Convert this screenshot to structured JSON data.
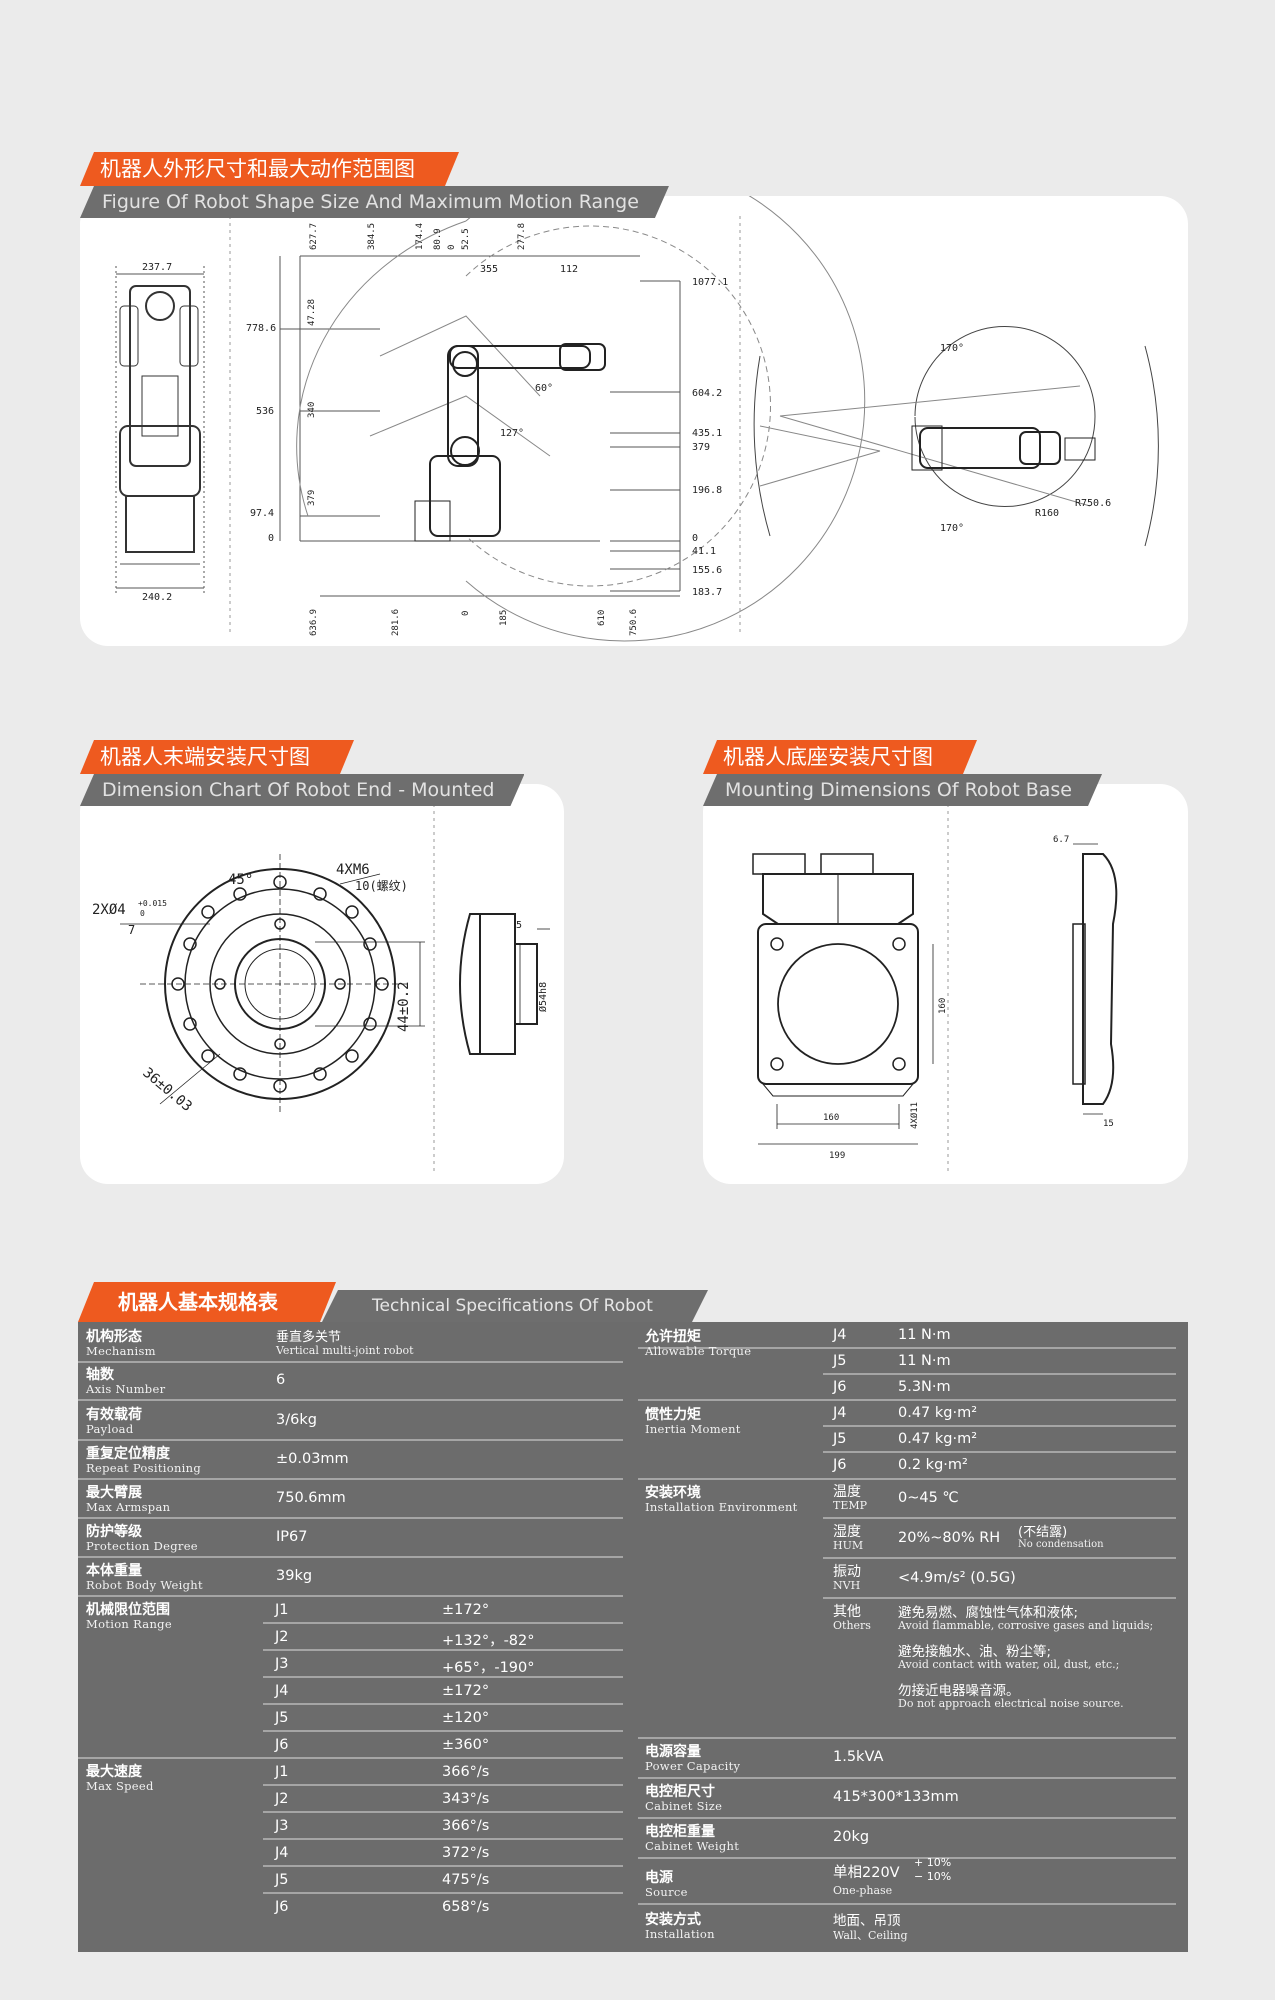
{
  "sections": {
    "shape": {
      "zh": "机器人外形尺寸和最大动作范围图",
      "en": "Figure Of Robot Shape Size And Maximum Motion Range"
    },
    "end": {
      "zh": "机器人末端安装尺寸图",
      "en": "Dimension Chart Of Robot End - Mounted"
    },
    "base": {
      "zh": "机器人底座安装尺寸图",
      "en": "Mounting Dimensions Of Robot Base"
    }
  },
  "drawing_shape": {
    "top_w": "237.7",
    "bottom_w": "240.2",
    "left_marks": [
      "778.6",
      "536",
      "97.4",
      "0"
    ],
    "left_small": [
      "47.28",
      "340",
      "379"
    ],
    "top_marks": [
      "627.7",
      "384.5",
      "174.4",
      "80.9",
      "0",
      "52.5",
      "277.8"
    ],
    "top_len": [
      "355",
      "112"
    ],
    "right_marks": [
      "1077.1",
      "604.2",
      "435.1",
      "379",
      "196.8",
      "0",
      "41.1",
      "155.6",
      "183.7"
    ],
    "bottom_marks": [
      "636.9",
      "281.6",
      "0",
      "185",
      "610",
      "750.6"
    ],
    "angles": [
      "60°",
      "127°"
    ],
    "top_view": {
      "a1": "170°",
      "a2": "170°",
      "r1": "R160",
      "r2": "R750.6"
    }
  },
  "drawing_end": {
    "a45": "45°",
    "thread": "4XM6",
    "depth": "10(螺纹)",
    "pin": "2XØ4",
    "tol": "+0.015",
    "tol0": "0",
    "pin_depth": "7",
    "d1": "44±0.2",
    "d2": "36±0.03",
    "side_5": "5",
    "side_d": "Ø54h8"
  },
  "drawing_base": {
    "d160a": "160",
    "d160b": "160",
    "d199": "199",
    "d4": "4XØ11",
    "d67": "6.7",
    "d15": "15"
  },
  "spec": {
    "title_zh": "机器人基本规格表",
    "title_en": "Technical Specifications Of Robot",
    "mech": {
      "zh": "机构形态",
      "en": "Mechanism",
      "v": "垂直多关节",
      "v_en": "Vertical multi-joint robot"
    },
    "axis": {
      "zh": "轴数",
      "en": "Axis Number",
      "v": "6"
    },
    "payload": {
      "zh": "有效载荷",
      "en": "Payload",
      "v": "3/6kg"
    },
    "repeat": {
      "zh": "重复定位精度",
      "en": "Repeat Positioning",
      "v": "±0.03mm"
    },
    "arm": {
      "zh": "最大臂展",
      "en": "Max Armspan",
      "v": "750.6mm"
    },
    "ip": {
      "zh": "防护等级",
      "en": "Protection Degree",
      "v": "IP67"
    },
    "weight": {
      "zh": "本体重量",
      "en": "Robot Body Weight",
      "v": "39kg"
    },
    "motion": {
      "zh": "机械限位范围",
      "en": "Motion Range",
      "rows": [
        {
          "j": "J1",
          "v": "±172°"
        },
        {
          "j": "J2",
          "v": "+132°，-82°"
        },
        {
          "j": "J3",
          "v": "+65°，-190°"
        },
        {
          "j": "J4",
          "v": "±172°"
        },
        {
          "j": "J5",
          "v": "±120°"
        },
        {
          "j": "J6",
          "v": "±360°"
        }
      ]
    },
    "speed": {
      "zh": "最大速度",
      "en": "Max Speed",
      "rows": [
        {
          "j": "J1",
          "v": "366°/s"
        },
        {
          "j": "J2",
          "v": "343°/s"
        },
        {
          "j": "J3",
          "v": "366°/s"
        },
        {
          "j": "J4",
          "v": "372°/s"
        },
        {
          "j": "J5",
          "v": "475°/s"
        },
        {
          "j": "J6",
          "v": "658°/s"
        }
      ]
    },
    "torque": {
      "zh": "允许扭矩",
      "en": "Allowable Torque",
      "rows": [
        {
          "j": "J4",
          "v": "11 N·m"
        },
        {
          "j": "J5",
          "v": "11 N·m"
        },
        {
          "j": "J6",
          "v": "5.3N·m"
        }
      ]
    },
    "inertia": {
      "zh": "惯性力矩",
      "en": "Inertia Moment",
      "rows": [
        {
          "j": "J4",
          "v": "0.47 kg·m²"
        },
        {
          "j": "J5",
          "v": "0.47 kg·m²"
        },
        {
          "j": "J6",
          "v": "0.2 kg·m²"
        }
      ]
    },
    "env": {
      "zh": "安装环境",
      "en": "Installation Environment",
      "temp": {
        "zh": "温度",
        "en": "TEMP",
        "v": "0~45 ℃"
      },
      "hum": {
        "zh": "湿度",
        "en": "HUM",
        "v": "20%~80% RH",
        "note": "(不结露)",
        "note_en": "No condensation"
      },
      "nvh": {
        "zh": "振动",
        "en": "NVH",
        "v": "<4.9m/s² (0.5G)"
      },
      "other": {
        "zh": "其他",
        "en": "Others",
        "l1": "避免易燃、腐蚀性气体和液体;",
        "l1e": "Avoid flammable, corrosive gases and liquids;",
        "l2": "避免接触水、油、粉尘等;",
        "l2e": "Avoid contact with water, oil, dust, etc.;",
        "l3": "勿接近电器噪音源。",
        "l3e": "Do not approach electrical noise source."
      }
    },
    "power": {
      "zh": "电源容量",
      "en": "Power Capacity",
      "v": "1.5kVA"
    },
    "cab_size": {
      "zh": "电控柜尺寸",
      "en": "Cabinet Size",
      "v": "415*300*133mm"
    },
    "cab_weight": {
      "zh": "电控柜重量",
      "en": "Cabinet Weight",
      "v": "20kg"
    },
    "supply": {
      "zh": "电源",
      "en": "Source",
      "v": "单相220V",
      "tp": "+ 10%",
      "tm": "− 10%",
      "v_en": "One-phase"
    },
    "install": {
      "zh": "安装方式",
      "en": "Installation",
      "v": "地面、吊顶",
      "v_en": "Wall、Ceiling"
    }
  },
  "colors": {
    "accent": "#ee5a1f",
    "band": "#6e6e6e",
    "table": "#6c6c6c"
  }
}
